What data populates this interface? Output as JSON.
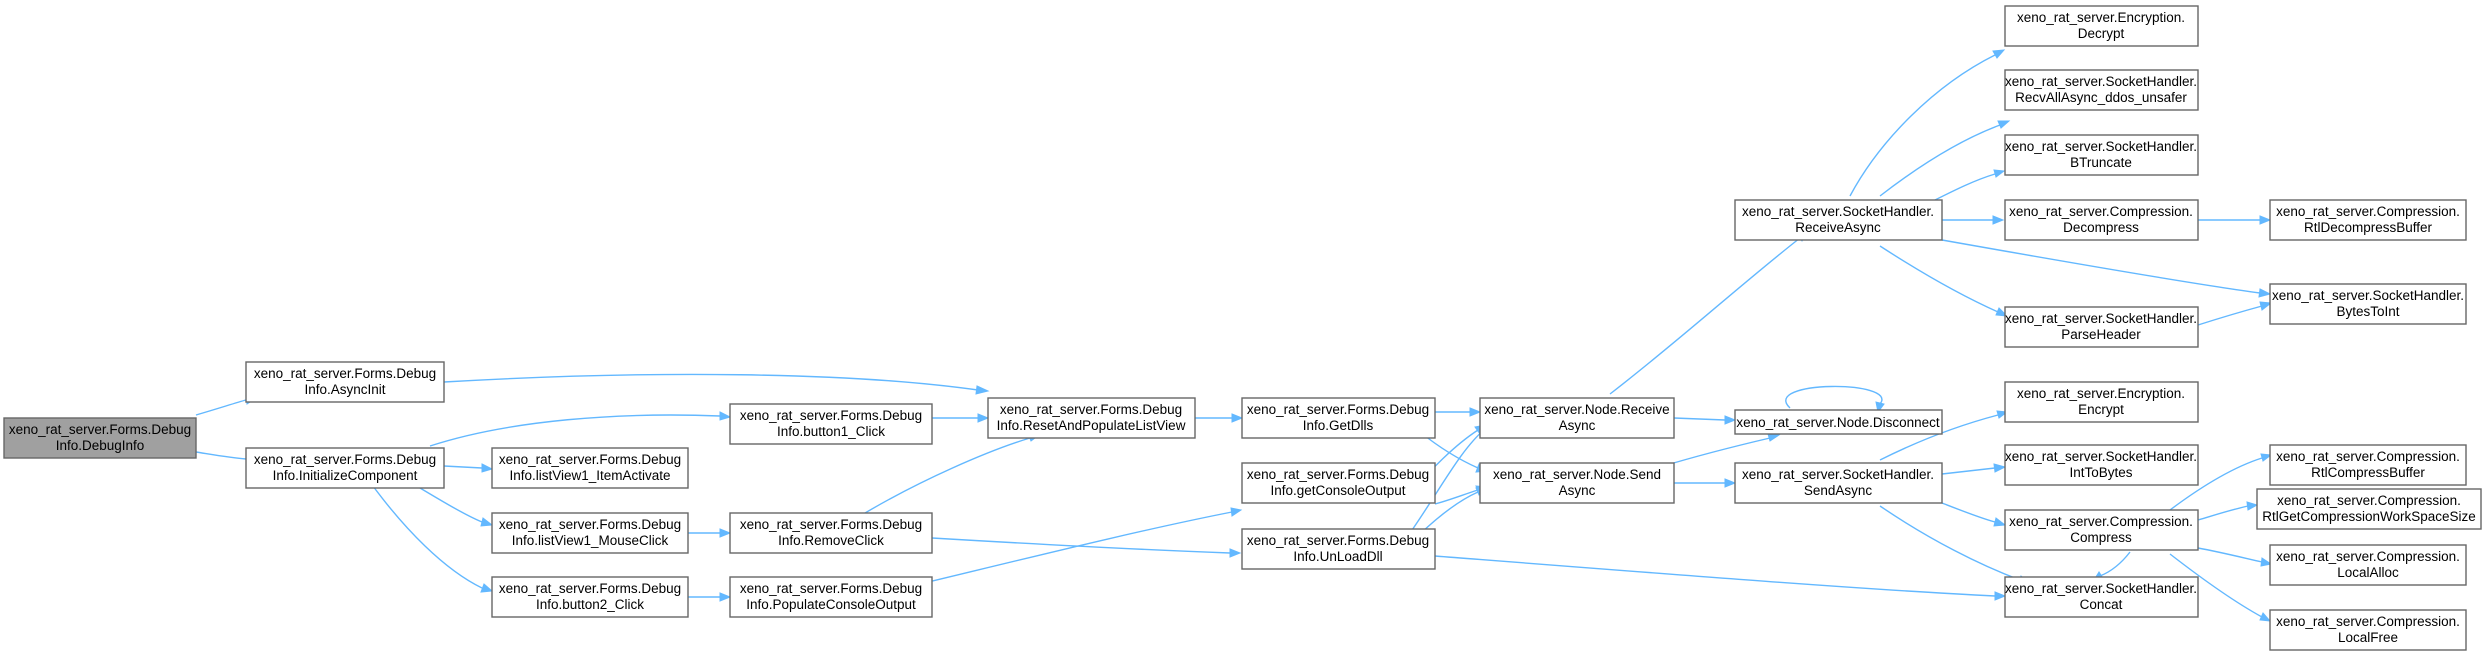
{
  "colors": {
    "edge": "#63b8ff",
    "root_fill": "#a0a0a0",
    "node_fill": "#ffffff",
    "node_border": "#666666"
  },
  "nodes": {
    "debuginfo": [
      "xeno_rat_server.Forms.Debug",
      "Info.DebugInfo"
    ],
    "asyncinit": [
      "xeno_rat_server.Forms.Debug",
      "Info.AsyncInit"
    ],
    "initcomp": [
      "xeno_rat_server.Forms.Debug",
      "Info.InitializeComponent"
    ],
    "button1": [
      "xeno_rat_server.Forms.Debug",
      "Info.button1_Click"
    ],
    "itemactivate": [
      "xeno_rat_server.Forms.Debug",
      "Info.listView1_ItemActivate"
    ],
    "mouseclick": [
      "xeno_rat_server.Forms.Debug",
      "Info.listView1_MouseClick"
    ],
    "button2": [
      "xeno_rat_server.Forms.Debug",
      "Info.button2_Click"
    ],
    "resetlist": [
      "xeno_rat_server.Forms.Debug",
      "Info.ResetAndPopulateListView"
    ],
    "removeclick": [
      "xeno_rat_server.Forms.Debug",
      "Info.RemoveClick"
    ],
    "popconsole": [
      "xeno_rat_server.Forms.Debug",
      "Info.PopulateConsoleOutput"
    ],
    "getdlls": [
      "xeno_rat_server.Forms.Debug",
      "Info.GetDlls"
    ],
    "getconsole": [
      "xeno_rat_server.Forms.Debug",
      "Info.getConsoleOutput"
    ],
    "unloaddll": [
      "xeno_rat_server.Forms.Debug",
      "Info.UnLoadDll"
    ],
    "nodereceive": [
      "xeno_rat_server.Node.Receive",
      "Async"
    ],
    "nodesend": [
      "xeno_rat_server.Node.Send",
      "Async"
    ],
    "disconnect": [
      "xeno_rat_server.Node.Disconnect"
    ],
    "shreceive": [
      "xeno_rat_server.SocketHandler.",
      "ReceiveAsync"
    ],
    "shsend": [
      "xeno_rat_server.SocketHandler.",
      "SendAsync"
    ],
    "decrypt": [
      "xeno_rat_server.Encryption.",
      "Decrypt"
    ],
    "recvall": [
      "xeno_rat_server.SocketHandler.",
      "RecvAllAsync_ddos_unsafer"
    ],
    "btruncate": [
      "xeno_rat_server.SocketHandler.",
      "BTruncate"
    ],
    "decompress": [
      "xeno_rat_server.Compression.",
      "Decompress"
    ],
    "parseheader": [
      "xeno_rat_server.SocketHandler.",
      "ParseHeader"
    ],
    "encrypt": [
      "xeno_rat_server.Encryption.",
      "Encrypt"
    ],
    "inttobytes": [
      "xeno_rat_server.SocketHandler.",
      "IntToBytes"
    ],
    "compress": [
      "xeno_rat_server.Compression.",
      "Compress"
    ],
    "concat": [
      "xeno_rat_server.SocketHandler.",
      "Concat"
    ],
    "rtldecompress": [
      "xeno_rat_server.Compression.",
      "RtlDecompressBuffer"
    ],
    "bytestoint": [
      "xeno_rat_server.SocketHandler.",
      "BytesToInt"
    ],
    "rtlcompress": [
      "xeno_rat_server.Compression.",
      "RtlCompressBuffer"
    ],
    "rtlworkspace": [
      "xeno_rat_server.Compression.",
      "RtlGetCompressionWorkSpaceSize"
    ],
    "localalloc": [
      "xeno_rat_server.Compression.",
      "LocalAlloc"
    ],
    "localfree": [
      "xeno_rat_server.Compression.",
      "LocalFree"
    ]
  }
}
